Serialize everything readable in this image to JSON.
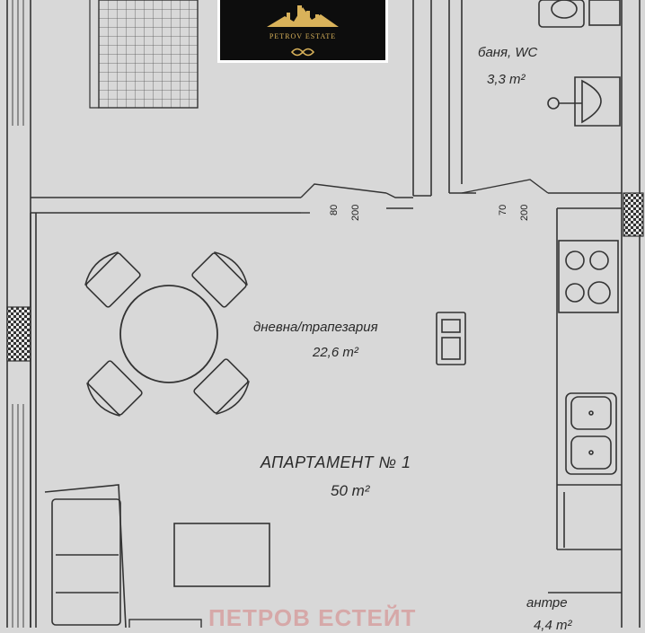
{
  "rooms": {
    "bathroom": {
      "name": "баня, WC",
      "area": "3,3 m²"
    },
    "living": {
      "name": "дневна/трапезария",
      "area": "22,6 m²"
    },
    "entrance": {
      "name": "антре",
      "area": "4,4 m²"
    }
  },
  "apartment": {
    "title": "АПАРТАМЕНТ № 1",
    "area": "50 m²"
  },
  "doors": {
    "bedroom_door": {
      "width": "80",
      "height": "200"
    },
    "bathroom_door": {
      "width": "70",
      "height": "200"
    }
  },
  "logo": {
    "brand": "PETROV ESTATE",
    "colors": {
      "background": "#0d0d0d",
      "gold": "#d9b25a"
    }
  },
  "watermark": {
    "text": "ПЕТРОВ ЕСТЕЙТ"
  }
}
